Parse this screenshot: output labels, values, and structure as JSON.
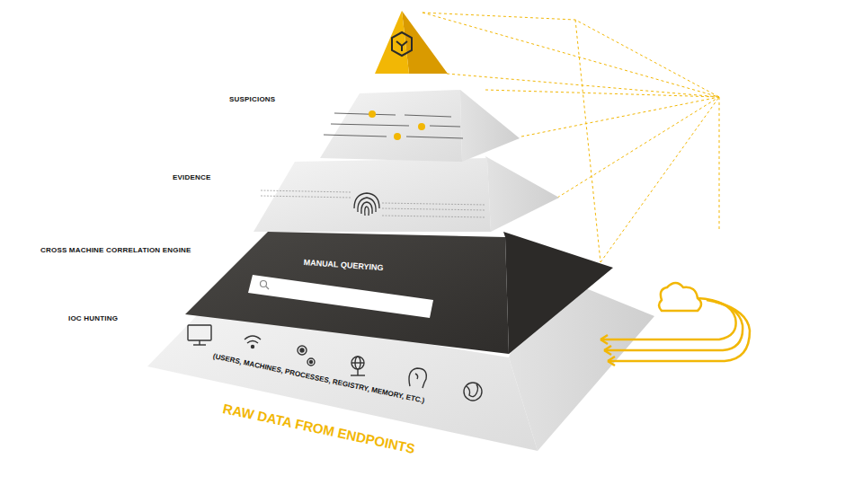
{
  "diagram": {
    "nodes": [
      {
        "text": [
          "MANUAL QUERYING"
        ]
      },
      {
        "text": [
          "(USERS, MACHINES, PROCESSES, REGISTRY, MEMORY, ETC.)",
          "RAW DATA FROM ENDPOINTS"
        ]
      }
    ],
    "labels": [
      "SUSPICIONS",
      "EVIDENCE",
      "CROSS MACHINE CORRELATION ENGINE",
      "IOC HUNTING"
    ]
  }
}
